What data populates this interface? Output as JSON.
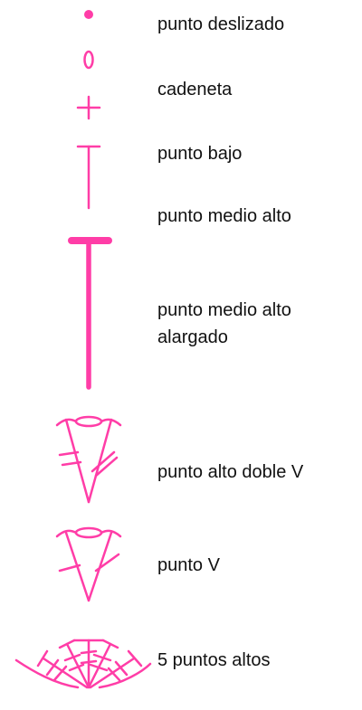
{
  "colors": {
    "symbol": "#ff3da7",
    "text": "#111111",
    "background": "#ffffff"
  },
  "legend": [
    {
      "icon": "slip-stitch-dot-icon",
      "label": "punto deslizado"
    },
    {
      "icon": "chain-oval-icon",
      "label": "cadeneta"
    },
    {
      "icon": "single-crochet-plus-icon",
      "label": ""
    },
    {
      "icon": "half-double-crochet-t-icon",
      "label": "punto bajo"
    },
    {
      "icon": "none",
      "label": "punto medio alto"
    },
    {
      "icon": "elongated-half-double-t-icon",
      "label": "punto medio alto\nalargado"
    },
    {
      "icon": "double-v-stitch-icon",
      "label": "punto alto doble V"
    },
    {
      "icon": "v-stitch-icon",
      "label": "punto V"
    },
    {
      "icon": "five-double-crochet-fan-icon",
      "label": "5 puntos altos"
    }
  ]
}
